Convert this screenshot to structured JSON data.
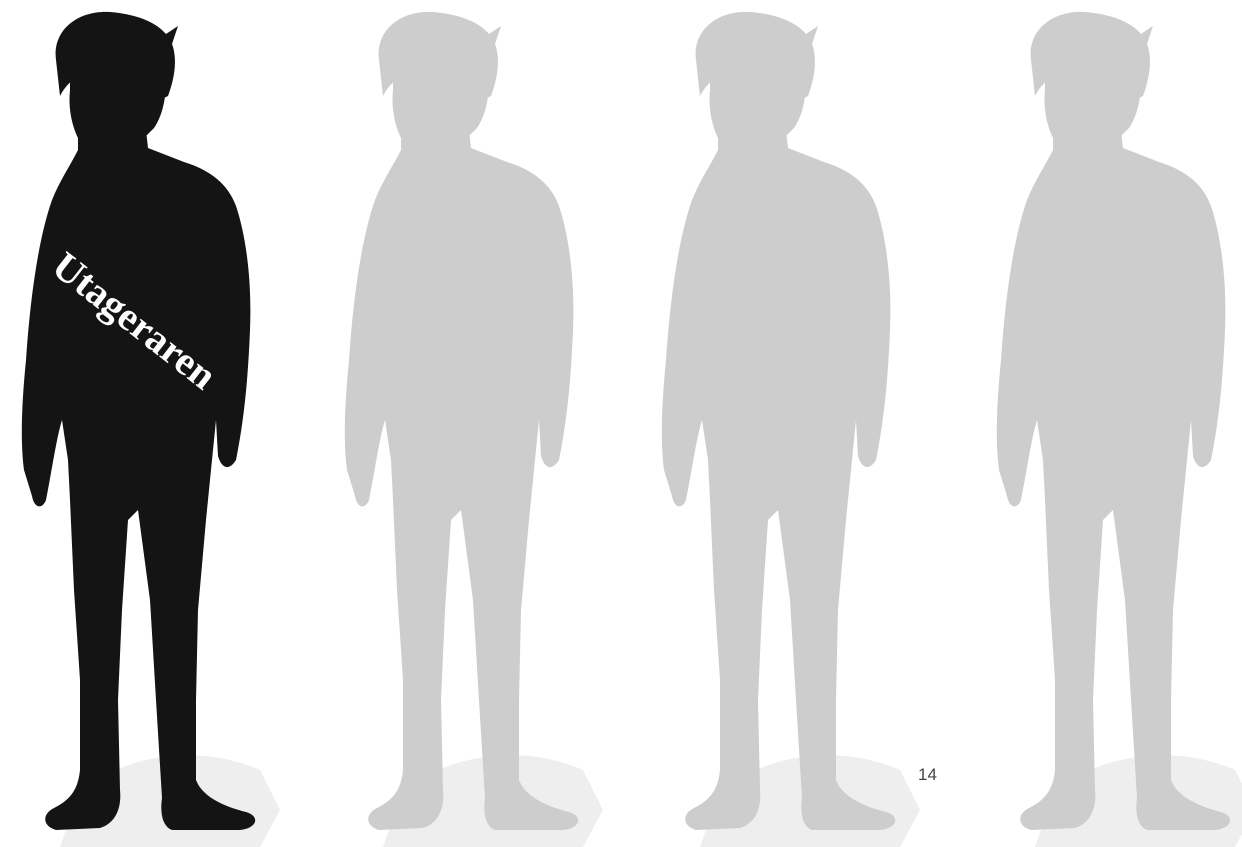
{
  "figures": [
    {
      "id": "fig1",
      "highlighted": true,
      "label": "Utageraren"
    },
    {
      "id": "fig2",
      "highlighted": false
    },
    {
      "id": "fig3",
      "highlighted": false
    },
    {
      "id": "fig4",
      "highlighted": false
    }
  ],
  "slide_number": "14",
  "colors": {
    "highlight_fill": "#141414",
    "muted_fill": "#cdcdcd",
    "shadow": "#eeeeee",
    "label_text": "#ffffff",
    "slide_number_text": "#444444"
  }
}
